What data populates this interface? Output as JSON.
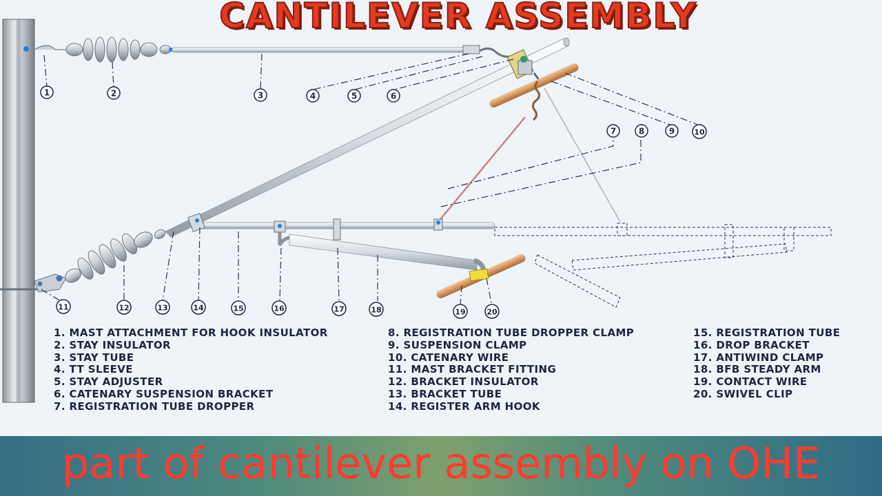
{
  "title": "CANTILEVER ASSEMBLY",
  "callouts": [
    "1",
    "2",
    "3",
    "4",
    "5",
    "6",
    "7",
    "8",
    "9",
    "10",
    "11",
    "12",
    "13",
    "14",
    "15",
    "16",
    "17",
    "18",
    "19",
    "20"
  ],
  "legend": {
    "column1": [
      "1. MAST ATTACHMENT FOR HOOK INSULATOR",
      "2. STAY INSULATOR",
      "3. STAY TUBE",
      "4. TT SLEEVE",
      "5. STAY ADJUSTER",
      "6. CATENARY SUSPENSION BRACKET",
      "7. REGISTRATION TUBE DROPPER"
    ],
    "column2": [
      "8. REGISTRATION TUBE DROPPER CLAMP",
      "9. SUSPENSION CLAMP",
      "10. CATENARY WIRE",
      "11. MAST BRACKET FITTING",
      "12. BRACKET INSULATOR",
      "13. BRACKET TUBE",
      "14. REGISTER ARM HOOK"
    ],
    "column3": [
      "15. REGISTRATION TUBE",
      "16. DROP BRACKET",
      "17. ANTIWIND CLAMP",
      "18. BFB STEADY ARM",
      "19. CONTACT WIRE",
      "20. SWIVEL CLIP"
    ]
  },
  "caption": "part of cantilever assembly on OHE"
}
